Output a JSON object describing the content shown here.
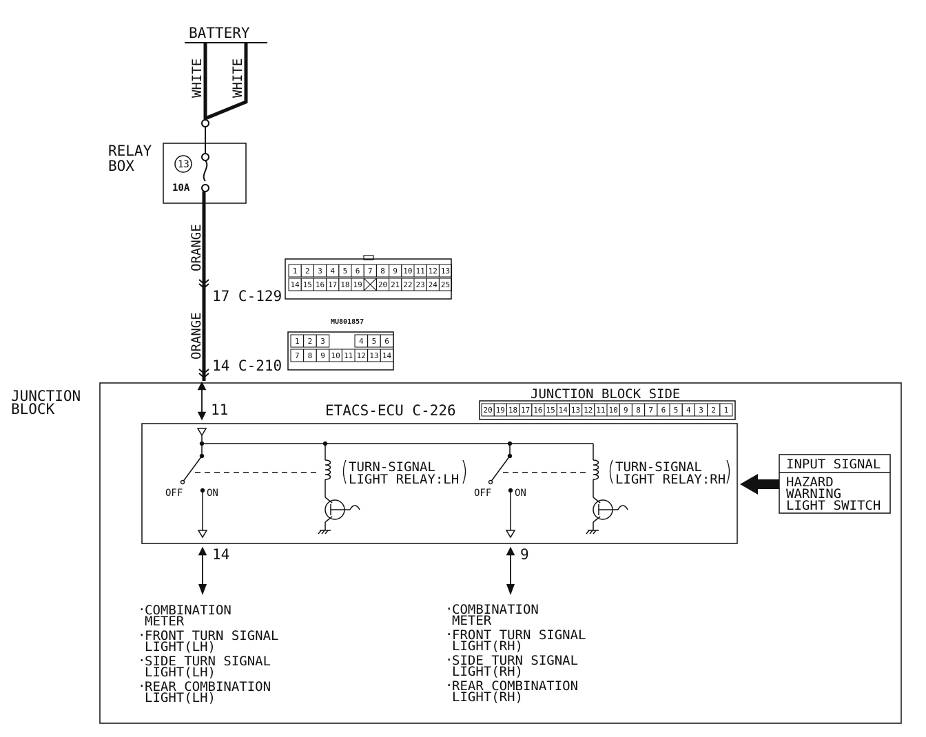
{
  "battery": "BATTERY",
  "wire_white": "WHITE",
  "relay_box": {
    "line1": "RELAY",
    "line2": "BOX",
    "fuse_no": "13",
    "fuse_rating": "10A"
  },
  "wire_orange": "ORANGE",
  "conn_c129": {
    "label": "17 C-129",
    "row1": [
      "1",
      "2",
      "3",
      "4",
      "5",
      "6",
      "7",
      "8",
      "9",
      "10",
      "11",
      "12",
      "13"
    ],
    "row2": [
      "14",
      "15",
      "16",
      "17",
      "18",
      "19",
      "20",
      "21",
      "22",
      "23",
      "24",
      "25"
    ]
  },
  "conn_c210": {
    "label": "14 C-210",
    "part_no": "MU801857",
    "row1": [
      "1",
      "2",
      "3",
      "4",
      "5",
      "6"
    ],
    "row2": [
      "7",
      "8",
      "9",
      "10",
      "11",
      "12",
      "13",
      "14"
    ]
  },
  "junction_block": {
    "line1": "JUNCTION",
    "line2": "BLOCK"
  },
  "pins": {
    "input": "11",
    "left_out": "14",
    "right_out": "9"
  },
  "ecu": {
    "label": "ETACS-ECU C-226",
    "side_label": "JUNCTION BLOCK SIDE",
    "pins": [
      "20",
      "19",
      "18",
      "17",
      "16",
      "15",
      "14",
      "13",
      "12",
      "11",
      "10",
      "9",
      "8",
      "7",
      "6",
      "5",
      "4",
      "3",
      "2",
      "1"
    ]
  },
  "relay_lh": {
    "line1": "TURN-SIGNAL",
    "line2": "LIGHT RELAY:LH"
  },
  "relay_rh": {
    "line1": "TURN-SIGNAL",
    "line2": "LIGHT RELAY:RH"
  },
  "switch": {
    "off": "OFF",
    "on": "ON"
  },
  "input_signal": {
    "title": "INPUT SIGNAL",
    "line1": "HAZARD",
    "line2": "WARNING",
    "line3": "LIGHT SWITCH"
  },
  "outputs_lh": [
    {
      "line1": "COMBINATION",
      "line2": "METER"
    },
    {
      "line1": "FRONT TURN SIGNAL",
      "line2": "LIGHT(LH)"
    },
    {
      "line1": "SIDE TURN SIGNAL",
      "line2": "LIGHT(LH)"
    },
    {
      "line1": "REAR COMBINATION",
      "line2": "LIGHT(LH)"
    }
  ],
  "outputs_rh": [
    {
      "line1": "COMBINATION",
      "line2": "METER"
    },
    {
      "line1": "FRONT TURN SIGNAL",
      "line2": "LIGHT(RH)"
    },
    {
      "line1": "SIDE TURN SIGNAL",
      "line2": "LIGHT(RH)"
    },
    {
      "line1": "REAR COMBINATION",
      "line2": "LIGHT(RH)"
    }
  ]
}
